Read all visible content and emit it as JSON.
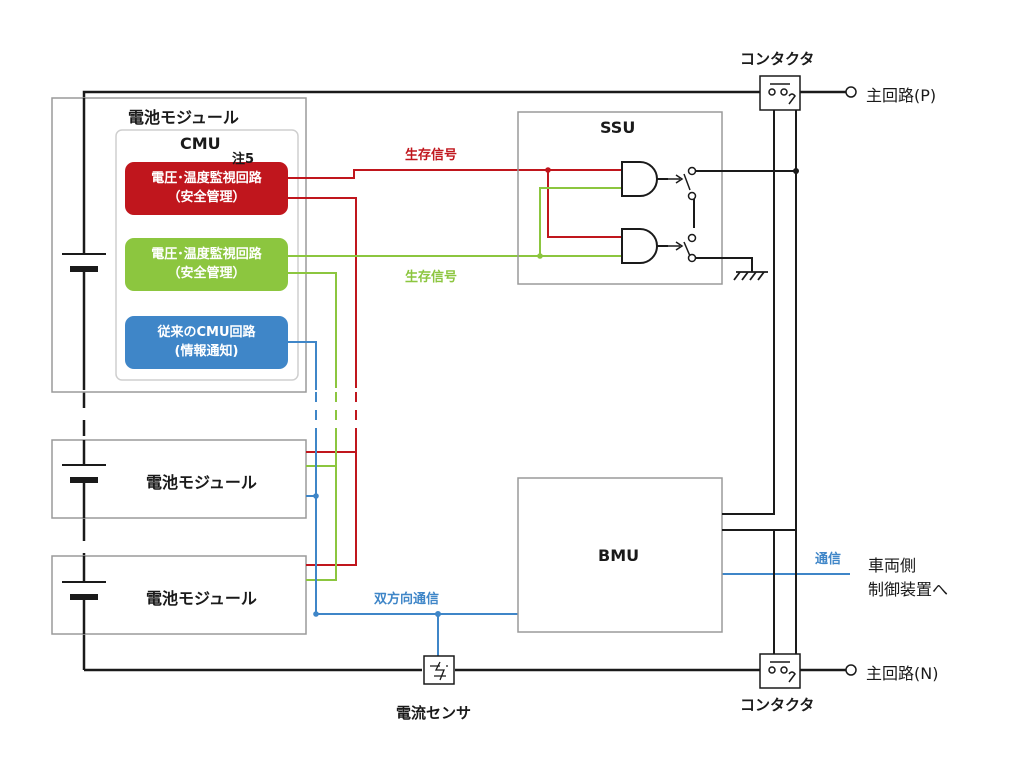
{
  "blocks": {
    "module_main": "電池モジュール",
    "cmu": "CMU",
    "note": "注5",
    "red_circuit_line1": "電圧･温度監視回路",
    "red_circuit_line2": "（安全管理）",
    "green_circuit_line1": "電圧･温度監視回路",
    "green_circuit_line2": "（安全管理）",
    "blue_circuit_line1": "従来のCMU回路",
    "blue_circuit_line2": "(情報通知)",
    "module_2": "電池モジュール",
    "module_3": "電池モジュール",
    "ssu": "SSU",
    "bmu": "BMU"
  },
  "labels": {
    "survival_signal_red": "生存信号",
    "survival_signal_green": "生存信号",
    "bidirectional_comm": "双方向通信",
    "comm": "通信",
    "vehicle_line1": "車両側",
    "vehicle_line2": "制御装置へ",
    "current_sensor": "電流センサ",
    "contactor_top": "コンタクタ",
    "contactor_bottom": "コンタクタ",
    "main_circuit_p": "主回路(P)",
    "main_circuit_n": "主回路(N)"
  },
  "colors": {
    "red": "#c0161d",
    "green": "#8cc63f",
    "blue": "#3f86c8",
    "black": "#1a1a1a",
    "red_box": "#c0161d",
    "green_box": "#8cc63f",
    "blue_box": "#3f86c8"
  }
}
